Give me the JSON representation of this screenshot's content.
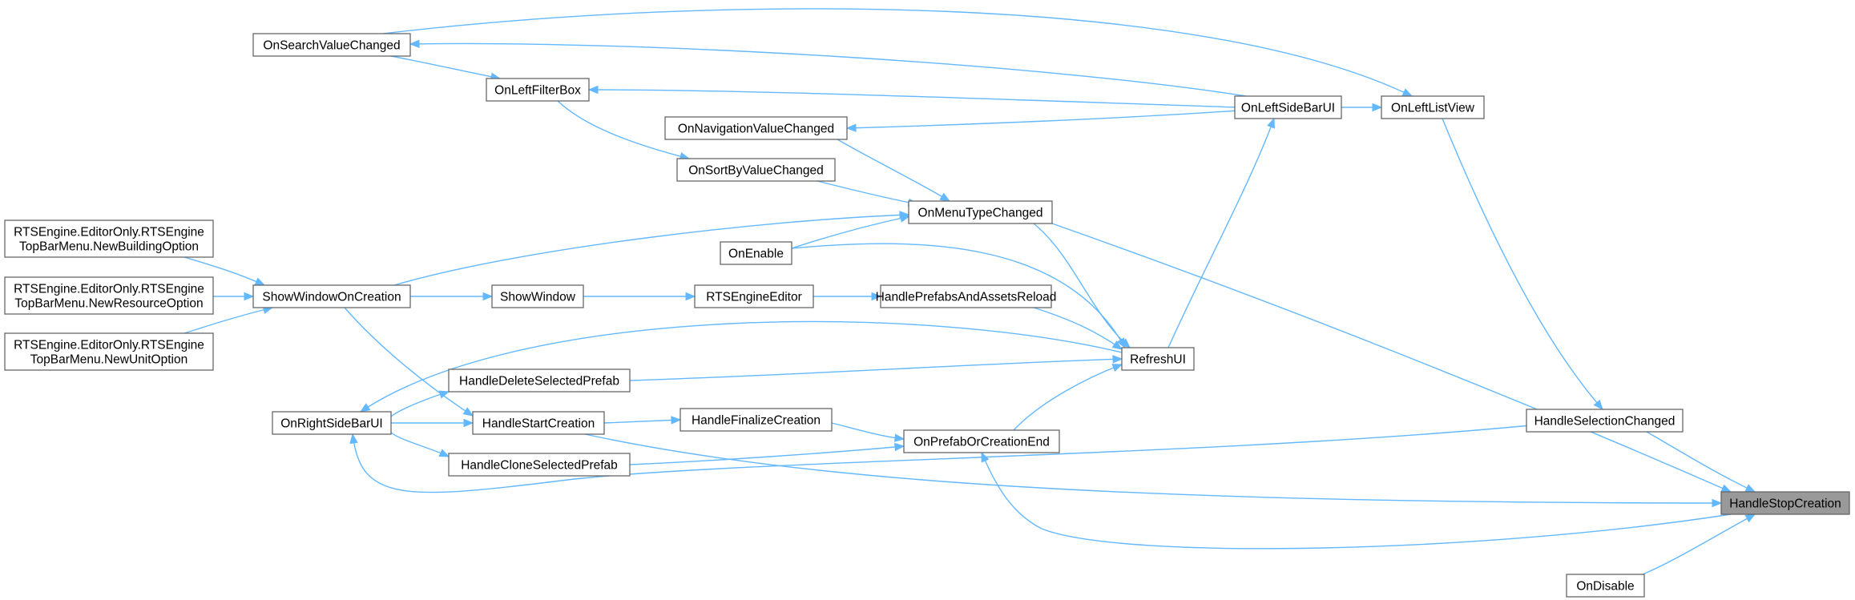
{
  "nodes": [
    {
      "id": "OnSearchValueChanged",
      "lines": [
        "OnSearchValueChanged"
      ]
    },
    {
      "id": "OnLeftFilterBox",
      "lines": [
        "OnLeftFilterBox"
      ]
    },
    {
      "id": "OnLeftSideBarUI",
      "lines": [
        "OnLeftSideBarUI"
      ]
    },
    {
      "id": "OnLeftListView",
      "lines": [
        "OnLeftListView"
      ]
    },
    {
      "id": "OnNavigationValueChanged",
      "lines": [
        "OnNavigationValueChanged"
      ]
    },
    {
      "id": "OnSortByValueChanged",
      "lines": [
        "OnSortByValueChanged"
      ]
    },
    {
      "id": "OnMenuTypeChanged",
      "lines": [
        "OnMenuTypeChanged"
      ]
    },
    {
      "id": "OnEnable",
      "lines": [
        "OnEnable"
      ]
    },
    {
      "id": "NewBuildingOption",
      "lines": [
        "RTSEngine.EditorOnly.RTSEngine",
        "TopBarMenu.NewBuildingOption"
      ]
    },
    {
      "id": "NewResourceOption",
      "lines": [
        "RTSEngine.EditorOnly.RTSEngine",
        "TopBarMenu.NewResourceOption"
      ]
    },
    {
      "id": "NewUnitOption",
      "lines": [
        "RTSEngine.EditorOnly.RTSEngine",
        "TopBarMenu.NewUnitOption"
      ]
    },
    {
      "id": "ShowWindowOnCreation",
      "lines": [
        "ShowWindowOnCreation"
      ]
    },
    {
      "id": "ShowWindow",
      "lines": [
        "ShowWindow"
      ]
    },
    {
      "id": "RTSEngineEditor",
      "lines": [
        "RTSEngineEditor"
      ]
    },
    {
      "id": "HandlePrefabsAndAssetsReload",
      "lines": [
        "HandlePrefabsAndAssetsReload"
      ]
    },
    {
      "id": "RefreshUI",
      "lines": [
        "RefreshUI"
      ]
    },
    {
      "id": "HandleDeleteSelectedPrefab",
      "lines": [
        "HandleDeleteSelectedPrefab"
      ]
    },
    {
      "id": "OnRightSideBarUI",
      "lines": [
        "OnRightSideBarUI"
      ]
    },
    {
      "id": "HandleStartCreation",
      "lines": [
        "HandleStartCreation"
      ]
    },
    {
      "id": "HandleFinalizeCreation",
      "lines": [
        "HandleFinalizeCreation"
      ]
    },
    {
      "id": "HandleCloneSelectedPrefab",
      "lines": [
        "HandleCloneSelectedPrefab"
      ]
    },
    {
      "id": "OnPrefabOrCreationEnd",
      "lines": [
        "OnPrefabOrCreationEnd"
      ]
    },
    {
      "id": "HandleSelectionChanged",
      "lines": [
        "HandleSelectionChanged"
      ]
    },
    {
      "id": "HandleStopCreation",
      "lines": [
        "HandleStopCreation"
      ],
      "highlight": true
    },
    {
      "id": "OnDisable",
      "lines": [
        "OnDisable"
      ]
    }
  ],
  "edges": [
    {
      "from": "OnSearchValueChanged",
      "to": "OnLeftListView"
    },
    {
      "from": "OnSearchValueChanged",
      "to": "OnLeftFilterBox"
    },
    {
      "from": "OnLeftSideBarUI",
      "to": "OnSearchValueChanged"
    },
    {
      "from": "OnLeftSideBarUI",
      "to": "OnLeftFilterBox"
    },
    {
      "from": "OnLeftSideBarUI",
      "to": "OnLeftListView"
    },
    {
      "from": "OnLeftSideBarUI",
      "to": "OnNavigationValueChanged"
    },
    {
      "from": "OnLeftFilterBox",
      "to": "OnSortByValueChanged"
    },
    {
      "from": "OnNavigationValueChanged",
      "to": "OnMenuTypeChanged"
    },
    {
      "from": "OnSortByValueChanged",
      "to": "OnMenuTypeChanged"
    },
    {
      "from": "OnEnable",
      "to": "OnMenuTypeChanged"
    },
    {
      "from": "ShowWindowOnCreation",
      "to": "OnMenuTypeChanged"
    },
    {
      "from": "NewBuildingOption",
      "to": "ShowWindowOnCreation"
    },
    {
      "from": "NewResourceOption",
      "to": "ShowWindowOnCreation"
    },
    {
      "from": "NewUnitOption",
      "to": "ShowWindowOnCreation"
    },
    {
      "from": "ShowWindowOnCreation",
      "to": "ShowWindow"
    },
    {
      "from": "ShowWindow",
      "to": "RTSEngineEditor"
    },
    {
      "from": "RTSEngineEditor",
      "to": "HandlePrefabsAndAssetsReload"
    },
    {
      "from": "HandlePrefabsAndAssetsReload",
      "to": "RefreshUI"
    },
    {
      "from": "OnMenuTypeChanged",
      "to": "RefreshUI"
    },
    {
      "from": "OnEnable",
      "to": "RefreshUI"
    },
    {
      "from": "RefreshUI",
      "to": "OnLeftSideBarUI"
    },
    {
      "from": "RefreshUI",
      "to": "OnRightSideBarUI"
    },
    {
      "from": "OnRightSideBarUI",
      "to": "HandleDeleteSelectedPrefab"
    },
    {
      "from": "HandleDeleteSelectedPrefab",
      "to": "RefreshUI"
    },
    {
      "from": "OnRightSideBarUI",
      "to": "HandleStartCreation"
    },
    {
      "from": "ShowWindowOnCreation",
      "to": "HandleStartCreation"
    },
    {
      "from": "OnRightSideBarUI",
      "to": "HandleCloneSelectedPrefab"
    },
    {
      "from": "HandleStartCreation",
      "to": "HandleFinalizeCreation"
    },
    {
      "from": "HandleFinalizeCreation",
      "to": "OnPrefabOrCreationEnd"
    },
    {
      "from": "HandleCloneSelectedPrefab",
      "to": "OnPrefabOrCreationEnd"
    },
    {
      "from": "OnPrefabOrCreationEnd",
      "to": "RefreshUI"
    },
    {
      "from": "OnLeftListView",
      "to": "HandleSelectionChanged"
    },
    {
      "from": "HandleSelectionChanged",
      "to": "OnRightSideBarUI"
    },
    {
      "from": "HandleSelectionChanged",
      "to": "HandleStopCreation"
    },
    {
      "from": "OnMenuTypeChanged",
      "to": "HandleStopCreation"
    },
    {
      "from": "HandleStartCreation",
      "to": "HandleStopCreation"
    },
    {
      "from": "HandleStopCreation",
      "to": "OnPrefabOrCreationEnd"
    },
    {
      "from": "OnDisable",
      "to": "HandleStopCreation"
    }
  ],
  "colors": {
    "edge": "#63b8ff",
    "node_border": "#666666",
    "highlight_fill": "#999999"
  }
}
